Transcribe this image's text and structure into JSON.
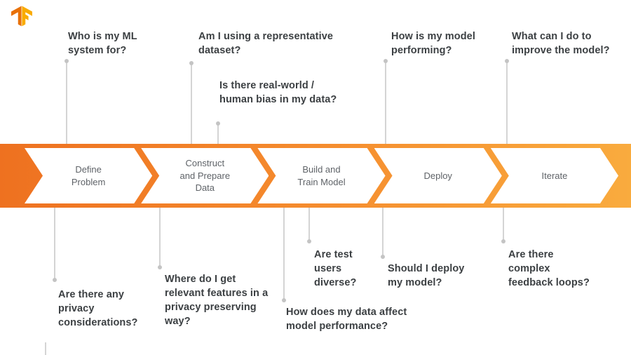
{
  "icons": {
    "logo": "tensorflow-logo"
  },
  "colors": {
    "band_gradient_start": "#EE7120",
    "band_gradient_end": "#F9AB3E",
    "question_text": "#3C4043",
    "stage_text": "#5F6368",
    "connector_line": "#D4D4D4",
    "logo_dark_orange": "#E8710A",
    "logo_light_orange": "#F9AB00"
  },
  "stages": [
    {
      "label": "Define\nProblem"
    },
    {
      "label": "Construct\nand Prepare\nData"
    },
    {
      "label": "Build and\nTrain Model"
    },
    {
      "label": "Deploy"
    },
    {
      "label": "Iterate"
    }
  ],
  "top_questions": [
    {
      "text": "Who is my ML system for?"
    },
    {
      "text": "Am I using a representative dataset?"
    },
    {
      "text": "Is there real-world / human bias in my data?"
    },
    {
      "text": "How is my model performing?"
    },
    {
      "text": "What can I do to improve the model?"
    }
  ],
  "bottom_questions": [
    {
      "text": "Are there any privacy considerations?"
    },
    {
      "text": "Where do I get relevant features in a privacy preserving way?"
    },
    {
      "text": "Are test users diverse?"
    },
    {
      "text": "How does my data affect model performance?"
    },
    {
      "text": "Should I deploy my model?"
    },
    {
      "text": "Are there complex feedback loops?"
    }
  ]
}
